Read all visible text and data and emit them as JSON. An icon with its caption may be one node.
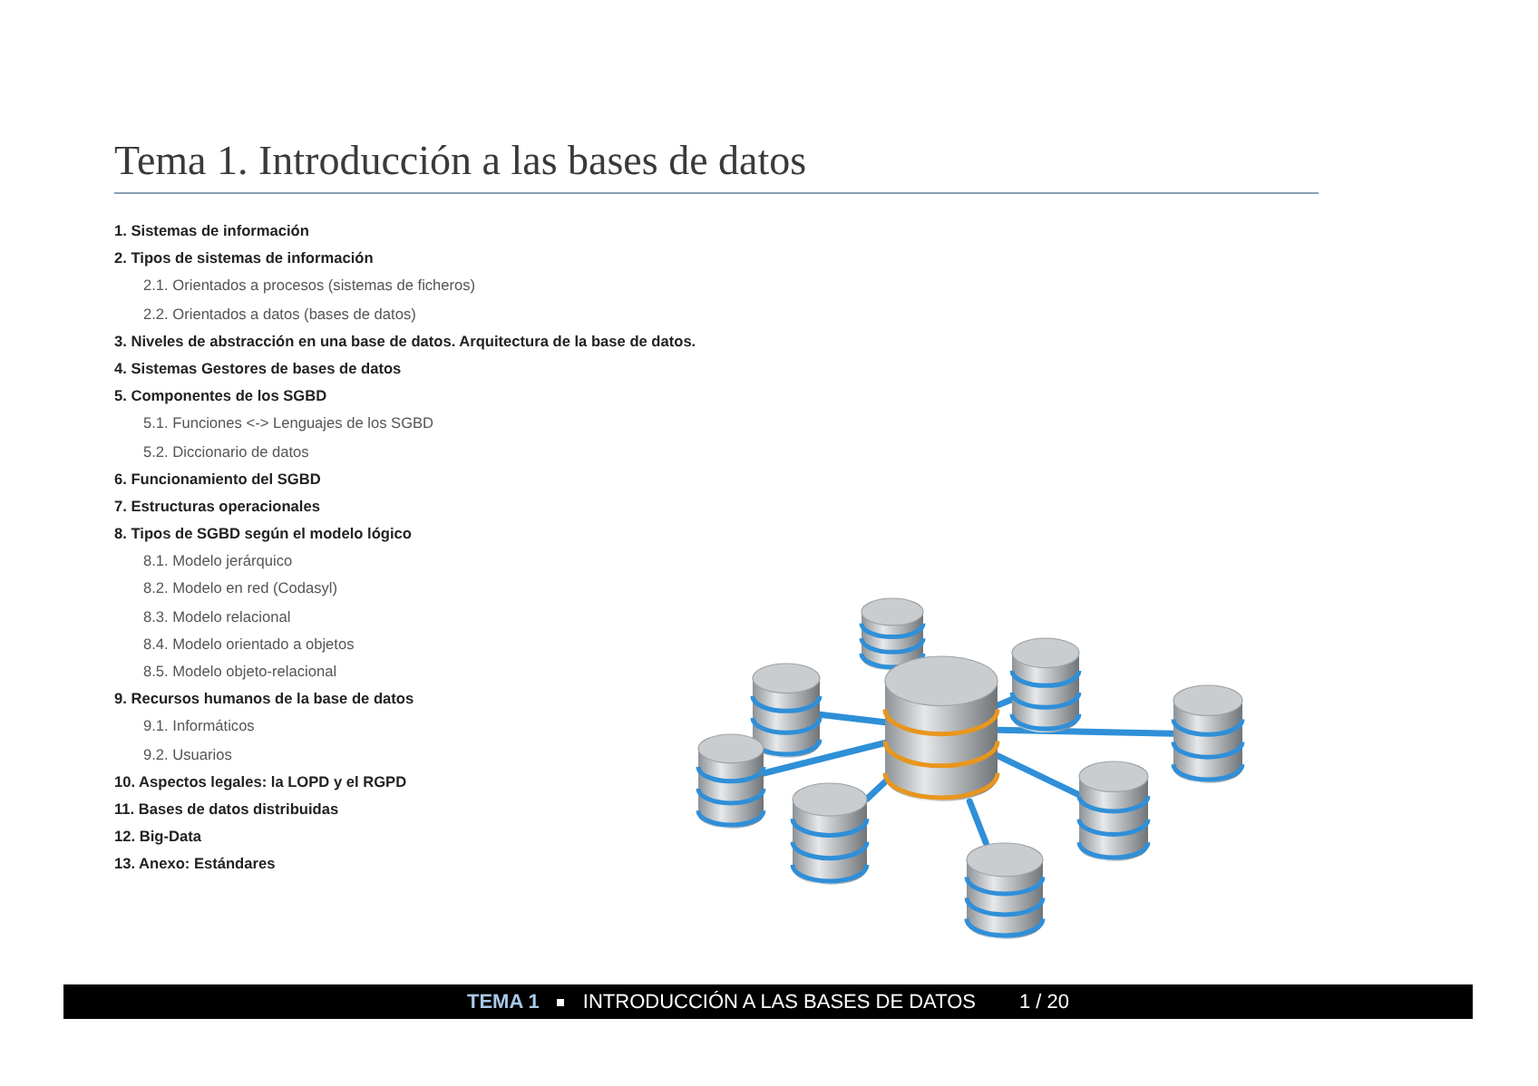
{
  "diagram": {
    "title": "Tema 1. Introducción a las bases de datos",
    "nodes": [
      {
        "text": [],
        "shape": "cylinder"
      },
      {
        "text": [],
        "shape": "cylinder"
      },
      {
        "text": [],
        "shape": "cylinder"
      },
      {
        "text": [],
        "shape": "cylinder"
      },
      {
        "text": [],
        "shape": "cylinder"
      },
      {
        "text": [],
        "shape": "cylinder"
      },
      {
        "text": [],
        "shape": "cylinder"
      },
      {
        "text": [],
        "shape": "cylinder"
      },
      {
        "text": [],
        "shape": "cylinder"
      }
    ],
    "edges": [
      {
        "from": 4,
        "to": 1,
        "arrow": "none"
      },
      {
        "from": 4,
        "to": 3,
        "arrow": "none"
      },
      {
        "from": 4,
        "to": 2,
        "arrow": "none"
      },
      {
        "from": 4,
        "to": 5,
        "arrow": "none"
      },
      {
        "from": 4,
        "to": 7,
        "arrow": "none"
      },
      {
        "from": 4,
        "to": 8,
        "arrow": "none"
      },
      {
        "from": 4,
        "to": 6,
        "arrow": "none"
      }
    ],
    "labels": [
      "1. Sistemas de información",
      "2. Tipos de sistemas de información",
      "2.1. Orientados a procesos (sistemas de ficheros)",
      "2.2. Orientados a datos (bases de datos)",
      "3. Niveles de abstracción en una base de datos. Arquitectura de la base de datos.",
      "4. Sistemas Gestores de bases de datos",
      "5. Componentes de los SGBD",
      "5.1. Funciones <-> Lenguajes de los SGBD",
      "5.2. Diccionario de datos",
      "6. Funcionamiento del SGBD",
      "7. Estructuras operacionales",
      "8. Tipos de SGBD según el modelo lógico",
      "8.1. Modelo jerárquico",
      "8.2. Modelo en red (Codasyl)",
      "8.3. Modelo relacional",
      "8.4. Modelo orientado a objetos",
      "8.5. Modelo objeto-relacional",
      "9. Recursos humanos de la base de datos",
      "9.1. Informáticos",
      "9.2. Usuarios",
      "10. Aspectos legales: la LOPD y el RGPD",
      "11. Bases de datos distribuidas",
      "12. Big-Data",
      "13. Anexo: Estándares",
      "TEMA 1",
      "INTRODUCCIÓN A LAS BASES DE DATOS",
      "1 / 20"
    ]
  }
}
